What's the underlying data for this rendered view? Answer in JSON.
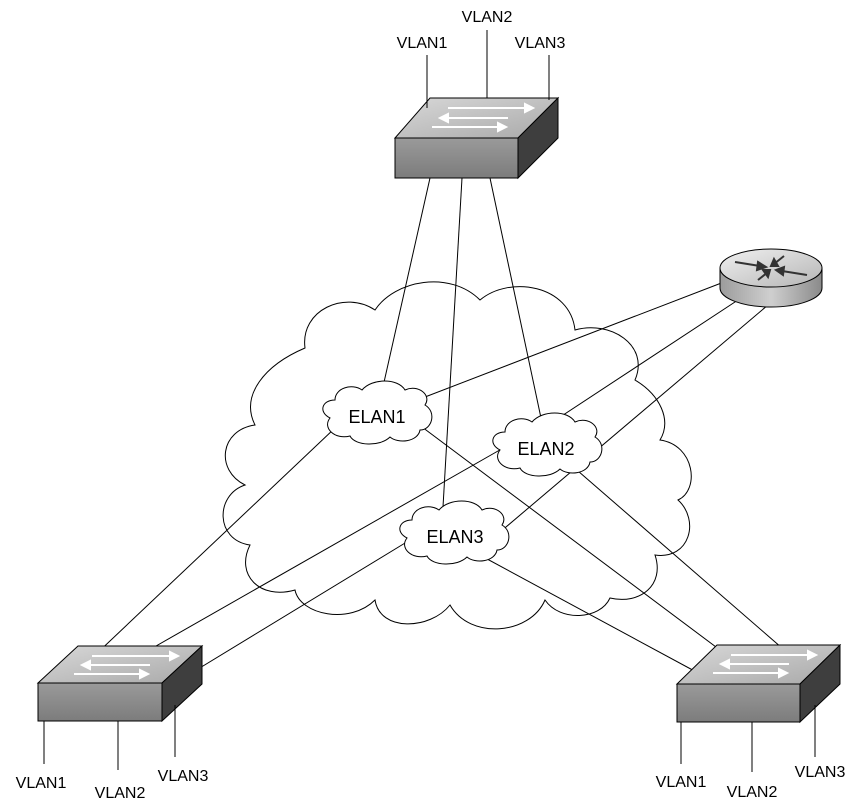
{
  "elans": {
    "elan1": "ELAN1",
    "elan2": "ELAN2",
    "elan3": "ELAN3"
  },
  "switches": {
    "top": {
      "vlan1": "VLAN1",
      "vlan2": "VLAN2",
      "vlan3": "VLAN3"
    },
    "bottom_left": {
      "vlan1": "VLAN1",
      "vlan2": "VLAN2",
      "vlan3": "VLAN3"
    },
    "bottom_right": {
      "vlan1": "VLAN1",
      "vlan2": "VLAN2",
      "vlan3": "VLAN3"
    }
  },
  "icons": {
    "switch": "switch-icon",
    "router": "router-icon",
    "cloud": "atm-cloud"
  }
}
